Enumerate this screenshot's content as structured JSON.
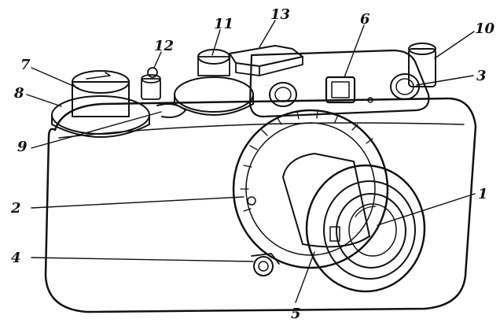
{
  "callouts": [
    {
      "id": "c1",
      "text": "1"
    },
    {
      "id": "c2",
      "text": "2"
    },
    {
      "id": "c3",
      "text": "3"
    },
    {
      "id": "c4",
      "text": "4"
    },
    {
      "id": "c5",
      "text": "5"
    },
    {
      "id": "c6",
      "text": "6"
    },
    {
      "id": "c7",
      "text": "7"
    },
    {
      "id": "c8",
      "text": "8"
    },
    {
      "id": "c9",
      "text": "9"
    },
    {
      "id": "c10",
      "text": "10"
    },
    {
      "id": "c11",
      "text": "11"
    },
    {
      "id": "c12",
      "text": "12"
    },
    {
      "id": "c13",
      "text": "13"
    }
  ],
  "colors": {
    "ink": "#111111",
    "paper": "#ffffff",
    "body_tint": "#e9e9e9"
  }
}
